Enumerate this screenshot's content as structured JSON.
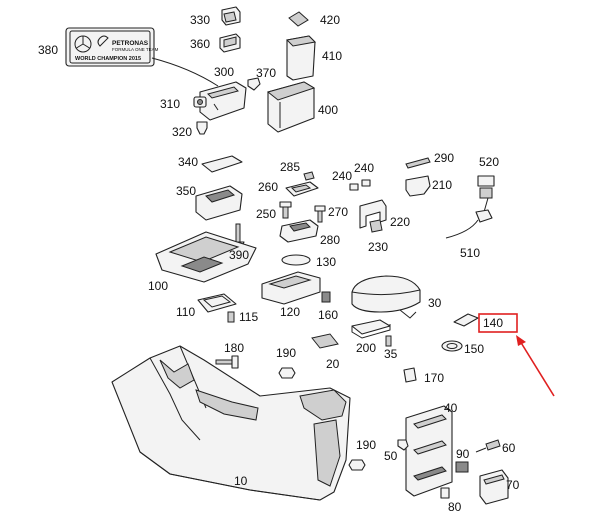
{
  "badge": {
    "line1": "PETRONAS",
    "line2": "FORMULA ONE TEAM",
    "line3": "WORLD CHAMPION 2015"
  },
  "labels": {
    "p10": "10",
    "p20": "20",
    "p30": "30",
    "p35": "35",
    "p40": "40",
    "p50": "50",
    "p60": "60",
    "p70": "70",
    "p80": "80",
    "p90": "90",
    "p100": "100",
    "p110": "110",
    "p115": "115",
    "p120": "120",
    "p130": "130",
    "p140": "140",
    "p150": "150",
    "p160": "160",
    "p170": "170",
    "p180": "180",
    "p190a": "190",
    "p190b": "190",
    "p200": "200",
    "p210": "210",
    "p220": "220",
    "p230": "230",
    "p240a": "240",
    "p240b": "240",
    "p250": "250",
    "p260": "260",
    "p270": "270",
    "p280": "280",
    "p285": "285",
    "p290": "290",
    "p300": "300",
    "p310": "310",
    "p320": "320",
    "p330": "330",
    "p340": "340",
    "p350": "350",
    "p360": "360",
    "p370": "370",
    "p380": "380",
    "p390": "390",
    "p400": "400",
    "p410": "410",
    "p420": "420",
    "p510": "510",
    "p520": "520"
  },
  "highlight": {
    "part": "140",
    "color": "#e02020"
  }
}
